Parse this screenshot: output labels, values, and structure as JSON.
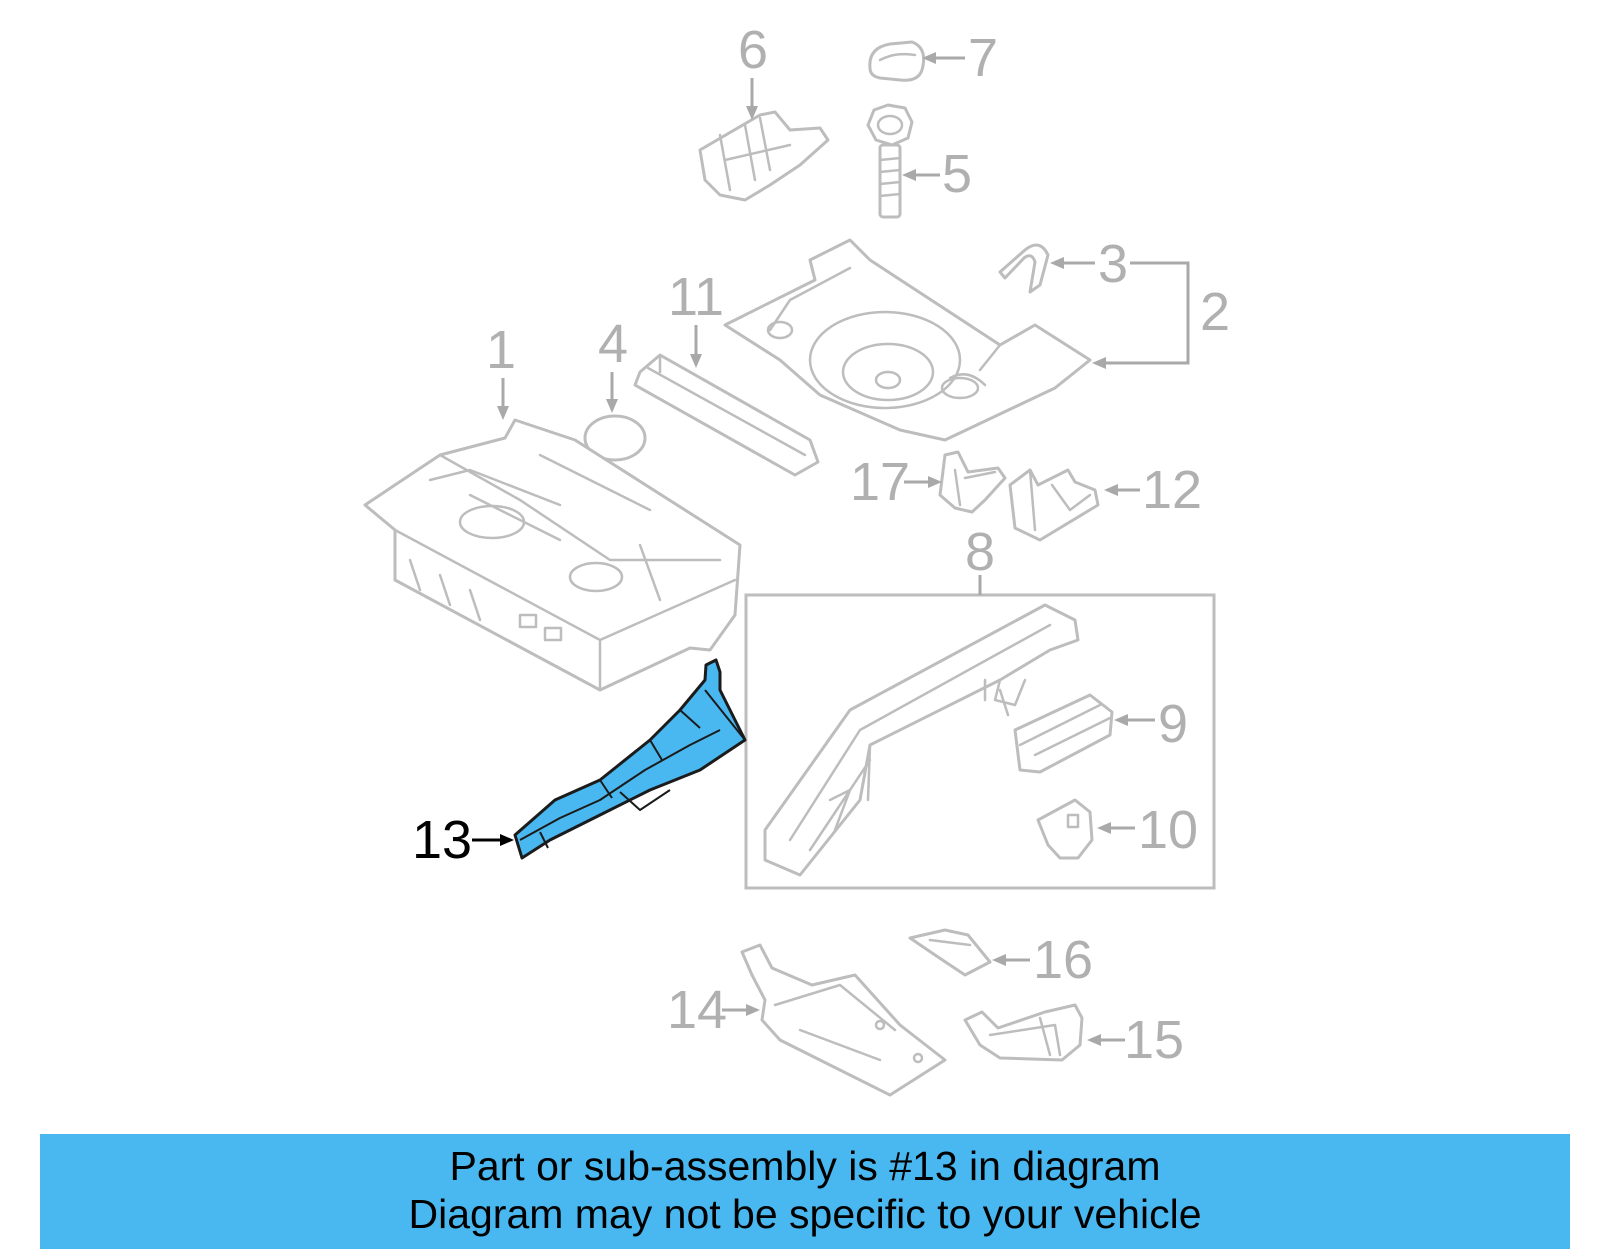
{
  "callouts": {
    "c1": "1",
    "c2": "2",
    "c3": "3",
    "c4": "4",
    "c5": "5",
    "c6": "6",
    "c7": "7",
    "c8": "8",
    "c9": "9",
    "c10": "10",
    "c11": "11",
    "c12": "12",
    "c13": "13",
    "c14": "14",
    "c15": "15",
    "c16": "16",
    "c17": "17"
  },
  "highlighted_part": "13",
  "colors": {
    "highlight": "#4ab8f0",
    "part_outline": "#bdbdbd",
    "label": "#b0b0b0"
  },
  "banner": {
    "line1": "Part or sub-assembly is #13 in diagram",
    "line2": "Diagram may not be specific to your vehicle"
  }
}
